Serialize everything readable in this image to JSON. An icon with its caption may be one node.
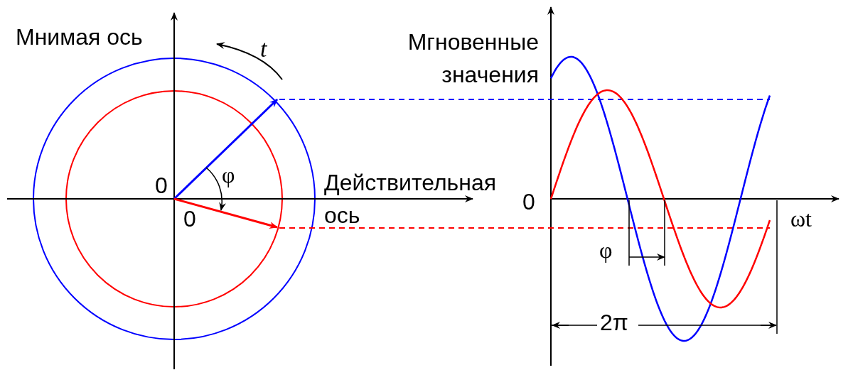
{
  "diagram": {
    "labels": [
      "Мнимая ось",
      "t",
      "Мгновенные значения",
      "0",
      "φ",
      "Действительная ось",
      "0",
      "0",
      "ωt",
      "φ",
      "2π"
    ]
  }
}
